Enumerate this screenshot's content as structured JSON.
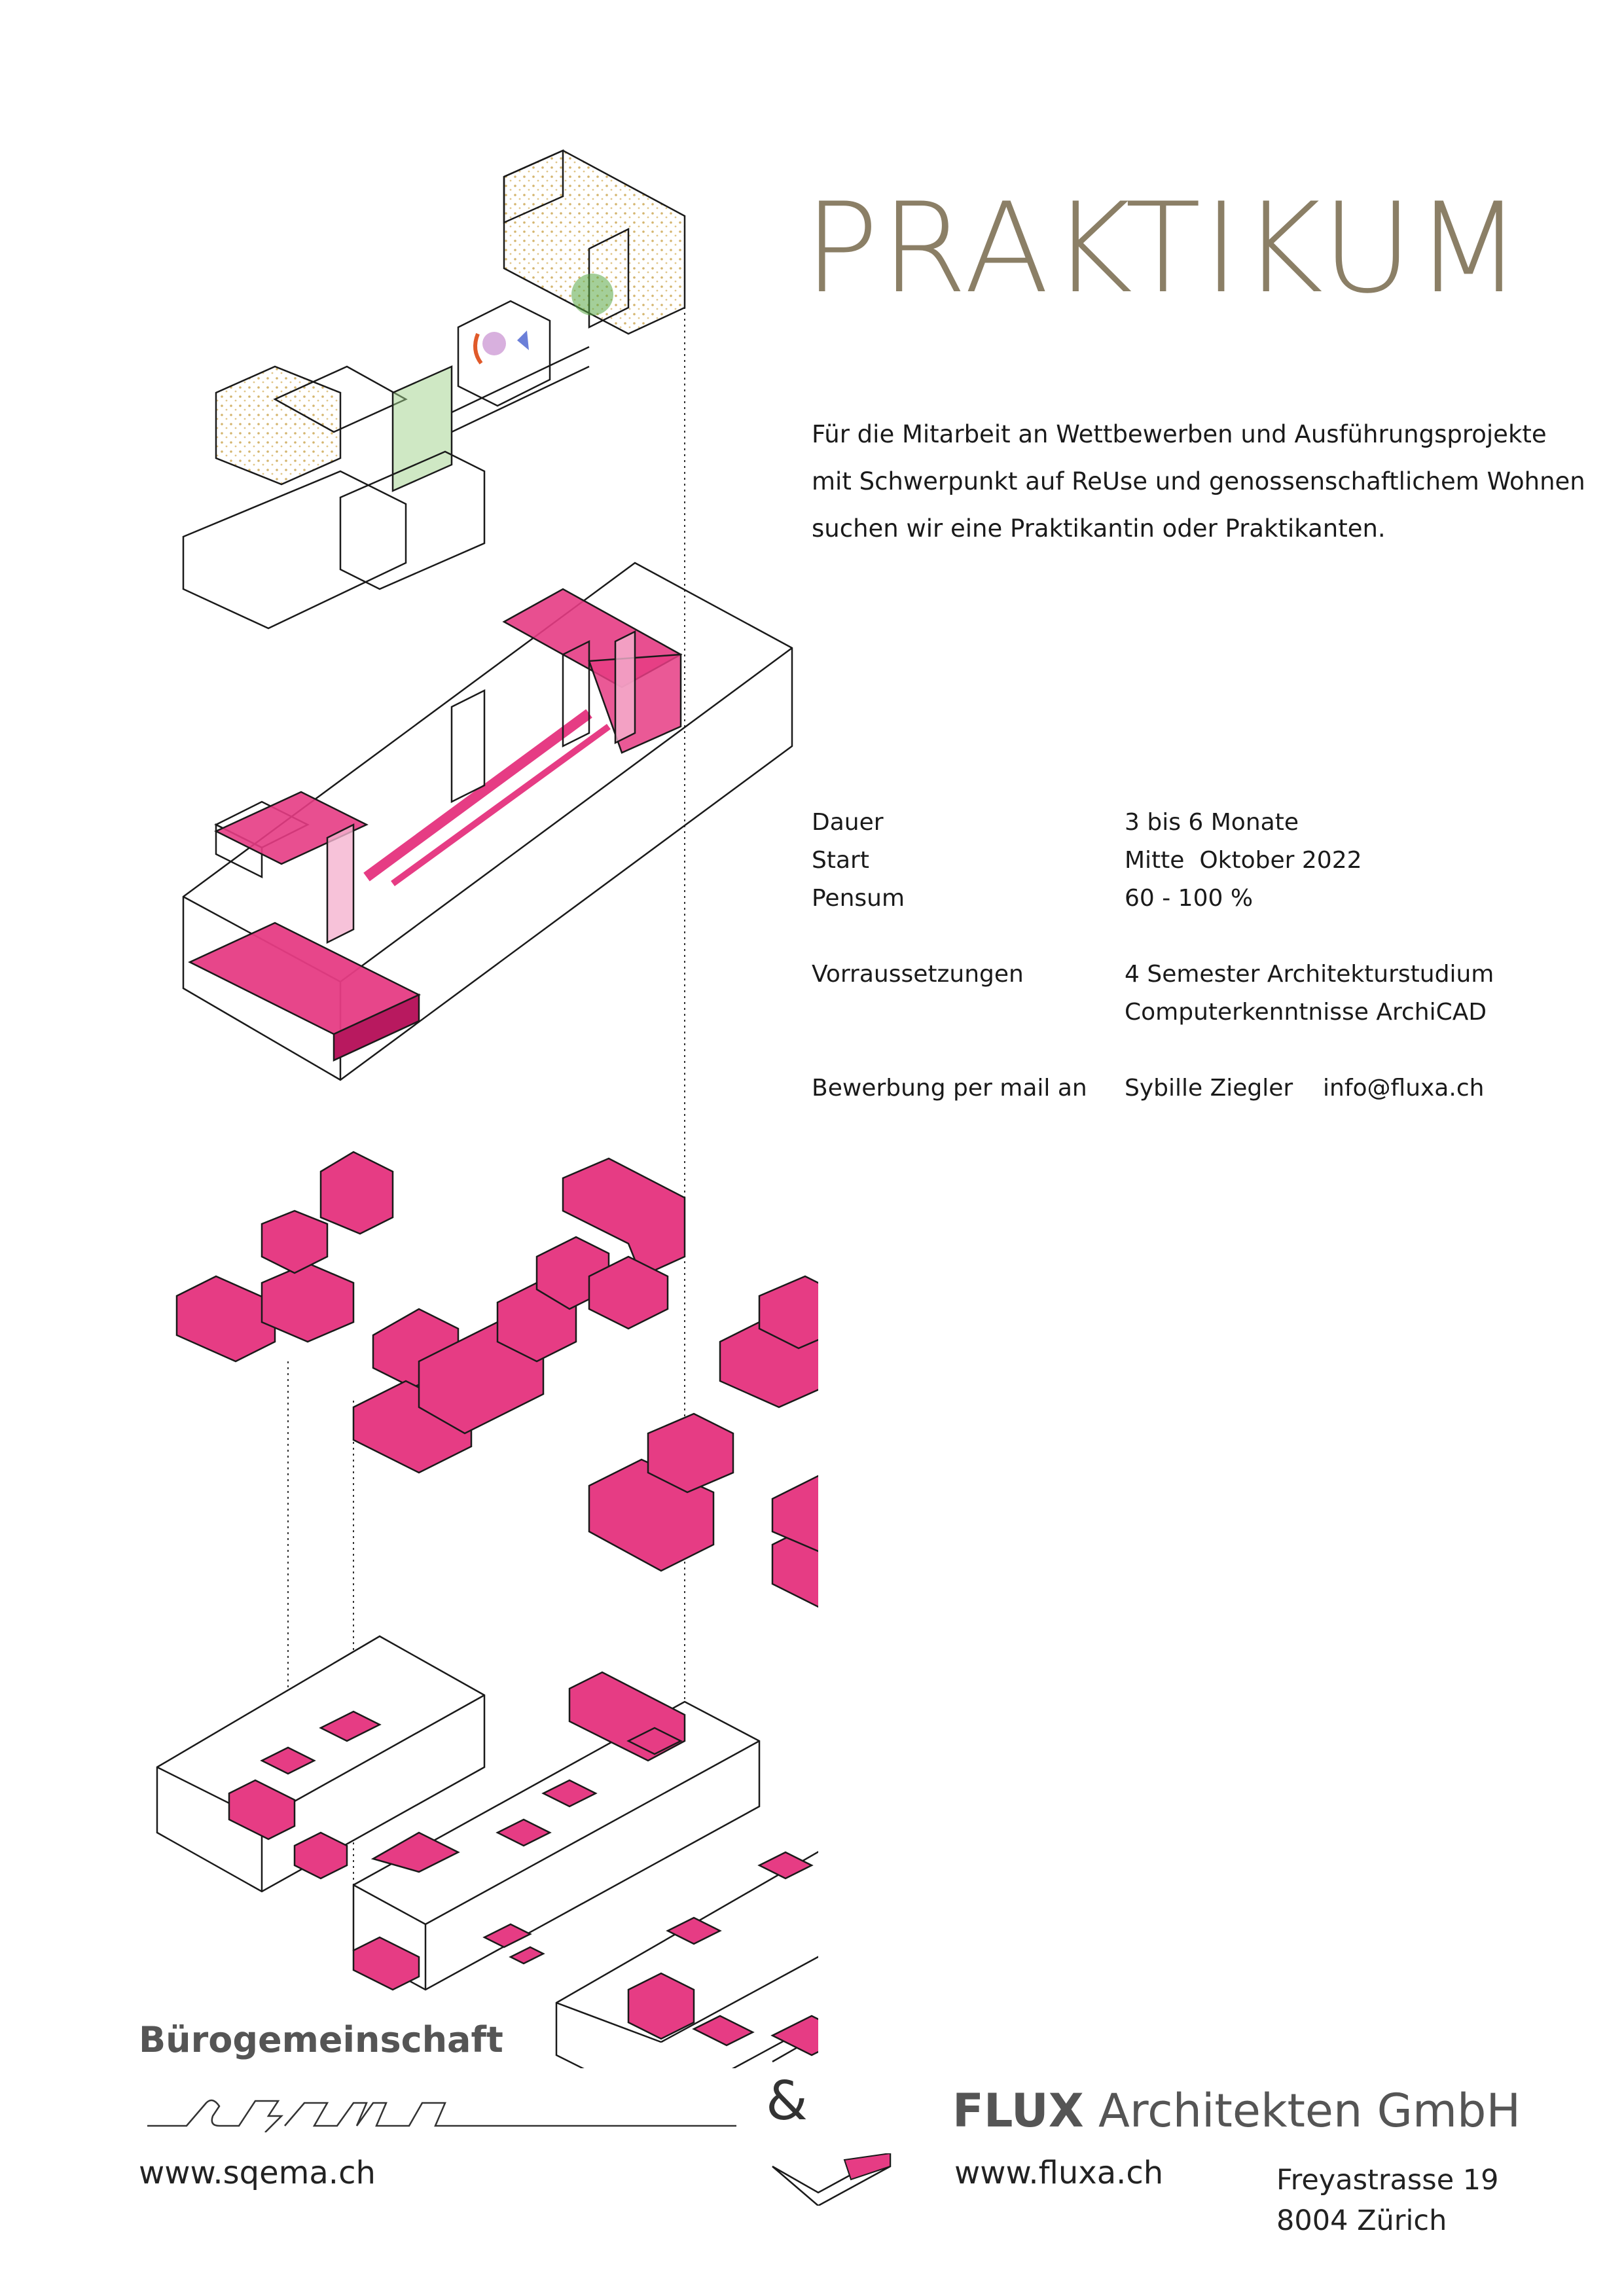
{
  "title": "PRAKTIKUM",
  "intro": {
    "line1": "Für die Mitarbeit an Wettbewerben und Ausführungsprojekte",
    "line2": "mit Schwerpunkt auf ReUse und genossenschaftlichem Wohnen",
    "line3": "suchen wir eine Praktikantin oder Praktikanten."
  },
  "details": {
    "dauer": {
      "label": "Dauer",
      "value": "3 bis 6 Monate"
    },
    "start": {
      "label": "Start",
      "value": "Mitte  Oktober 2022"
    },
    "pensum": {
      "label": "Pensum",
      "value": "60 - 100 %"
    },
    "voraussetzungen": {
      "label": "Vorraussetzungen",
      "value1": "4 Semester Architekturstudium",
      "value2": "Computerkenntnisse ArchiCAD"
    },
    "bewerbung": {
      "label": "Bewerbung per mail an",
      "value": "Sybille Ziegler    info@fluxa.ch"
    }
  },
  "footer": {
    "buerogemeinschaft": "Bürogemeinschaft",
    "ampersand": "&",
    "flux_bold": "FLUX",
    "flux_rest": " Architekten GmbH",
    "sqema_web": "www.sqema.ch",
    "flux_web": "www.fluxa.ch",
    "street": "Freyastrasse 19",
    "city": "8004 Zürich"
  },
  "colors": {
    "accent": "#e63c84",
    "title": "#8b7f66",
    "line": "#1a1a1a",
    "gold": "#c9a24a",
    "green": "#5aa845"
  },
  "icons": {
    "logo": "sqema-wordmark"
  }
}
